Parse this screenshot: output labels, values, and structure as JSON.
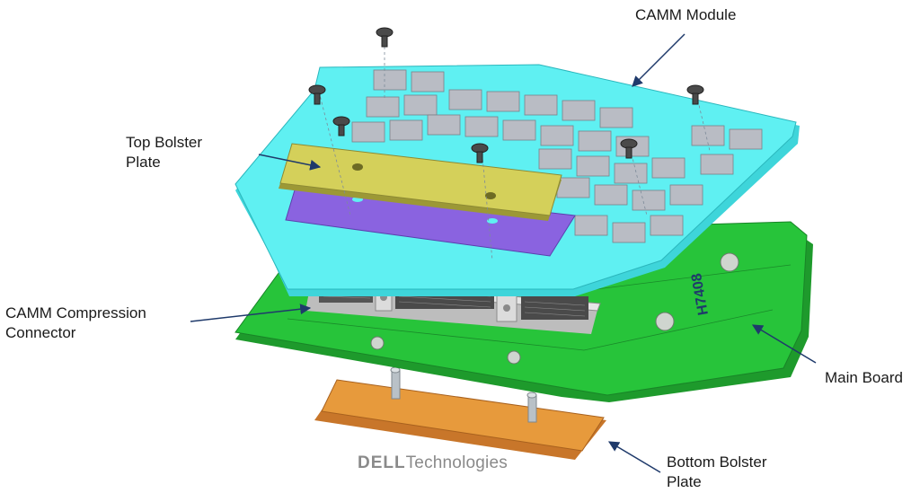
{
  "labels": {
    "camm_module": "CAMM Module",
    "top_bolster_line1": "Top Bolster",
    "top_bolster_line2": "Plate",
    "compression_line1": "CAMM Compression",
    "compression_line2": "Connector",
    "main_board": "Main Board",
    "bottom_bolster_line1": "Bottom Bolster",
    "bottom_bolster_line2": "Plate"
  },
  "board_marking": "H7408",
  "logo": {
    "brand": "DELL",
    "suffix": "Technologies"
  },
  "colors": {
    "camm_module": "#5FF0F2",
    "camm_pad": "#B9BCC4",
    "top_bolster": "#D4D05A",
    "insulator": "#8A63E0",
    "main_board": "#27C43A",
    "connector": "#D7D7D7",
    "bottom_bolster": "#E79A3C",
    "arrow": "#1F3A6B"
  }
}
